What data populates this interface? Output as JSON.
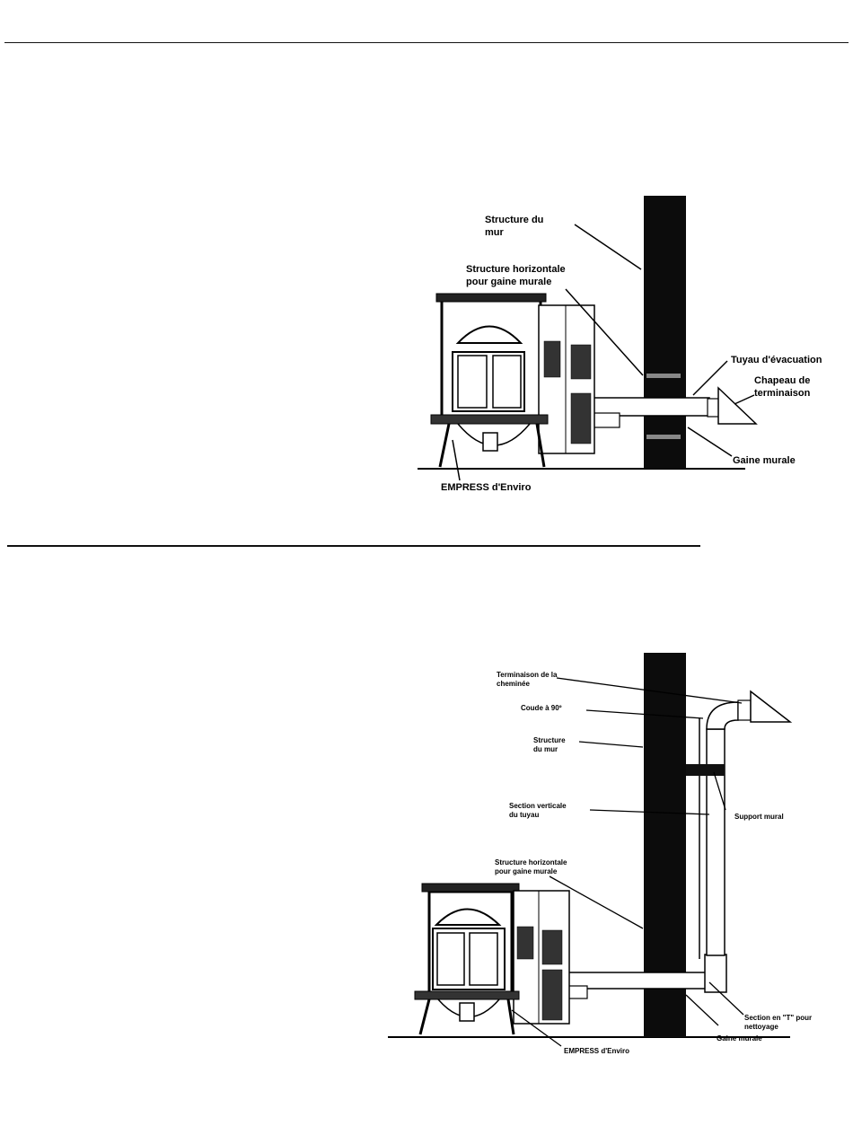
{
  "figure1": {
    "labels": {
      "wall_structure_line1": "Structure du",
      "wall_structure_line2": "mur",
      "horizontal_structure_line1": "Structure horizontale",
      "horizontal_structure_line2": "pour gaine murale",
      "exhaust_pipe": "Tuyau d'évacuation",
      "termination_cap_line1": "Chapeau de",
      "termination_cap_line2": "terminaison",
      "wall_sleeve": "Gaine murale",
      "stove": "EMPRESS d'Enviro"
    }
  },
  "figure2": {
    "labels": {
      "chimney_termination_line1": "Terminaison de la",
      "chimney_termination_line2": "cheminée",
      "elbow": "Coude à 90º",
      "wall_structure_line1": "Structure",
      "wall_structure_line2": "du mur",
      "vertical_section_line1": "Section verticale",
      "vertical_section_line2": "du tuyau",
      "wall_bracket": "Support mural",
      "horizontal_structure_line1": "Structure horizontale",
      "horizontal_structure_line2": "pour gaine murale",
      "tee_line1": "Section en \"T\" pour",
      "tee_line2": "nettoyage",
      "wall_sleeve": "Gaine murale",
      "stove": "EMPRESS d'Enviro"
    }
  }
}
